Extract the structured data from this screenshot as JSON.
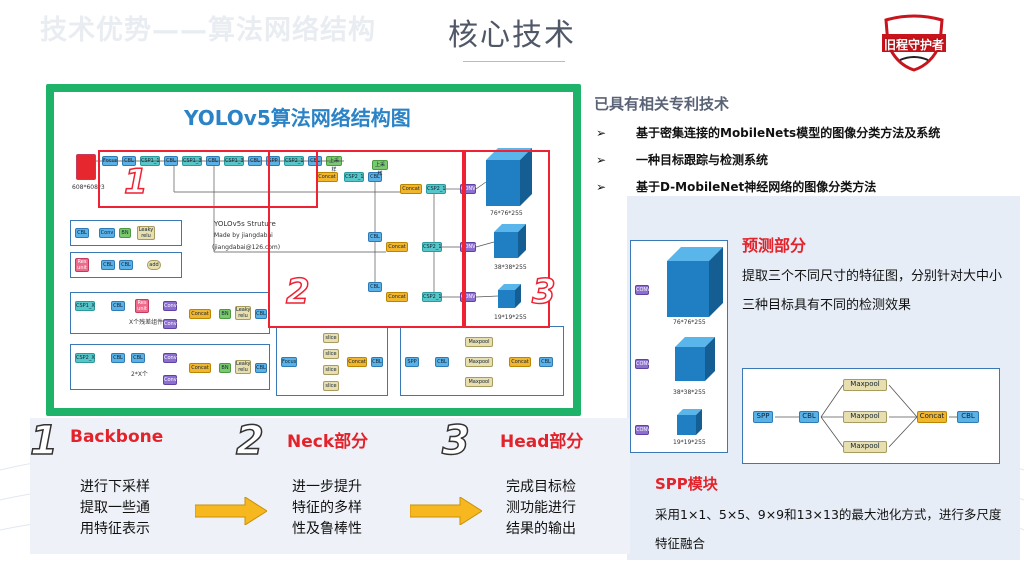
{
  "header": {
    "ghost_title": "技术优势——算法网络结构",
    "title": "核心技术",
    "logo_text": "旧程守护者"
  },
  "diagram": {
    "title": "YOLOv5算法网络结构图",
    "legend_title": "YOLOv5s Struture",
    "made_by": "Made by jiangdabai",
    "email": "(jiangdabai@126.com)",
    "input_size": "608*608*3",
    "out_large": "76*76*255",
    "out_mid": "38*38*255",
    "out_small": "19*19*255",
    "num1": "1",
    "num2": "2",
    "num3": "3",
    "labels": {
      "focus": "Focus",
      "cbl": "CBL",
      "csp1_1": "CSP1_1",
      "csp1_3": "CSP1_3",
      "spp": "SPP",
      "csp2_1": "CSP2_1",
      "upsample": "上采样",
      "concat": "Concat",
      "conv": "CONV",
      "conv_small": "Conv",
      "bn": "BN",
      "leaky": "Leaky relu",
      "res": "Res unit",
      "add": "add",
      "csp1x": "CSP1_X",
      "csp2x": "CSP2_X",
      "x_res": "X个残差组件",
      "two_x": "2*X个",
      "slice": "slice",
      "maxpool": "Maxpool"
    }
  },
  "patents": {
    "heading": "已具有相关专利技术",
    "arrow": "➢",
    "items": [
      "基于密集连接的MobileNets模型的图像分类方法及系统",
      "一种目标跟踪与检测系统",
      "基于D-MobileNet神经网络的图像分类方法"
    ]
  },
  "prediction": {
    "title": "预测部分",
    "text": "提取三个不同尺寸的特征图，分别针对大中小三种目标具有不同的检测效果"
  },
  "spp": {
    "title": "SPP模块",
    "text": "采用1×1、5×5、9×9和13×13的最大池化方式，进行多尺度特征融合"
  },
  "steps": [
    {
      "num": "1",
      "label": "Backbone",
      "desc": [
        "进行下采样",
        "提取一些通",
        "用特征表示"
      ]
    },
    {
      "num": "2",
      "label": "Neck部分",
      "desc": [
        "进一步提升",
        "特征的多样",
        "性及鲁棒性"
      ]
    },
    {
      "num": "3",
      "label": "Head部分",
      "desc": [
        "完成目标检",
        "测功能进行",
        "结果的输出"
      ]
    }
  ],
  "colors": {
    "accent_red": "#e3232b",
    "diagram_green": "#1fb36a",
    "arrow_yellow": "#f7b81f",
    "title_gray": "#505868"
  }
}
